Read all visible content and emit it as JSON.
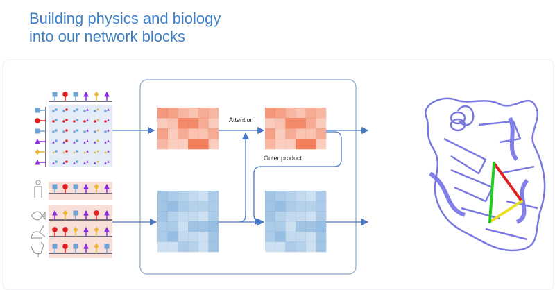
{
  "title_line1": "Building physics and biology",
  "title_line2": "into our network blocks",
  "labels": {
    "attention": "Attention",
    "outer_product": "Outer product"
  },
  "colors": {
    "title": "#3f7fc3",
    "arrow": "#4a78c4",
    "square": "#6fa3d6",
    "circle": "#e02020",
    "triangle": "#8a2be2",
    "diamond": "#e8b830",
    "protein": "#7878e0"
  },
  "residue_sequence": [
    "square",
    "circle",
    "square",
    "triangle",
    "diamond",
    "triangle"
  ],
  "species": [
    {
      "icon": "human-icon",
      "sequence": [
        "square",
        "circle",
        "square",
        "triangle",
        "diamond",
        "triangle"
      ]
    },
    {
      "icon": "fish-icon",
      "sequence": [
        "triangle",
        "diamond",
        "square",
        "triangle",
        "circle",
        "triangle"
      ]
    },
    {
      "icon": "rabbit-icon",
      "sequence": [
        "circle",
        "circle",
        "diamond",
        "triangle",
        "diamond",
        "triangle"
      ]
    },
    {
      "icon": "rooster-icon",
      "sequence": [
        "square",
        "circle",
        "square",
        "triangle",
        "diamond",
        "square"
      ]
    }
  ],
  "orange_grid": [
    [
      0.7,
      0.6,
      0.4,
      0.3,
      0.5,
      0.4
    ],
    [
      0.2,
      0.3,
      0.8,
      0.8,
      0.5,
      0.2
    ],
    [
      0.6,
      0.2,
      0.5,
      0.3,
      0.3,
      0.5
    ],
    [
      0.4,
      0.2,
      0.2,
      0.9,
      0.9,
      0.2
    ]
  ],
  "blue_grid": [
    [
      0.6,
      0.5,
      0.4,
      0.3,
      0.2,
      0.5
    ],
    [
      0.6,
      0.7,
      0.5,
      0.4,
      0.4,
      0.5
    ],
    [
      0.6,
      0.4,
      0.3,
      0.3,
      0.2,
      0.5
    ],
    [
      0.5,
      0.5,
      0.2,
      0.6,
      0.6,
      0.7
    ],
    [
      0.5,
      0.7,
      0.3,
      0.3,
      0.2,
      0.6
    ],
    [
      0.2,
      0.2,
      0.5,
      0.4,
      0.2,
      0.6
    ]
  ]
}
